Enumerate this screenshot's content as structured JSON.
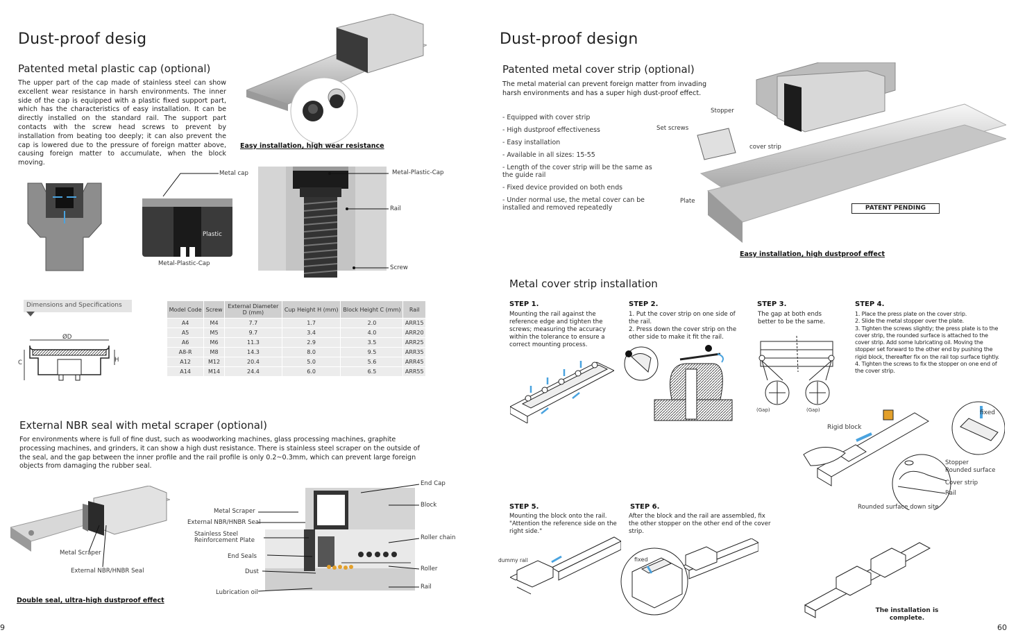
{
  "left": {
    "title": "Dust-proof desig",
    "cap_section": {
      "heading": "Patented metal plastic cap (optional)",
      "body": "The upper part of the cap made of stainless steel can show excellent wear resistance in harsh environments. The inner side of the cap is equipped with a plastic fixed support part, which has the characteristics of easy installation. It can be directly installed on the standard rail. The support part contacts with the screw head screws to prevent by installation from beating too deeply; it can also prevent the cap is lowered due to the pressure of foreign matter above, causing foreign matter to accumulate, when the block moving.",
      "caption": "Easy installation, high wear resistance",
      "labels": {
        "metal_cap": "Metal cap",
        "plastic": "Plastic",
        "metal_plastic_cap": "Metal-Plastic-Cap",
        "metal_plastic_cap2": "Metal-Plastic-Cap",
        "rail": "Rail",
        "screw": "Screw"
      }
    },
    "dims": {
      "tab_label": "Dimensions and Specifications",
      "od": "ØD",
      "c": "C",
      "h": "H",
      "headers": [
        "Model Code",
        "Screw",
        "External Diameter D (mm)",
        "Cup Height H (mm)",
        "Block Height C (mm)",
        "Rail"
      ],
      "rows": [
        [
          "A4",
          "M4",
          "7.7",
          "1.7",
          "2.0",
          "ARR15"
        ],
        [
          "A5",
          "M5",
          "9.7",
          "3.4",
          "4.0",
          "ARR20"
        ],
        [
          "A6",
          "M6",
          "11.3",
          "2.9",
          "3.5",
          "ARR25"
        ],
        [
          "A8-R",
          "M8",
          "14.3",
          "8.0",
          "9.5",
          "ARR35"
        ],
        [
          "A12",
          "M12",
          "20.4",
          "5.0",
          "5.6",
          "ARR45"
        ],
        [
          "A14",
          "M14",
          "24.4",
          "6.0",
          "6.5",
          "ARR55"
        ]
      ]
    },
    "seal_section": {
      "heading": "External NBR seal with metal scraper (optional)",
      "body": "For environments where is full of fine dust, such as woodworking machines, glass processing machines, graphite processing machines, and grinders, it can show a high dust resistance. There is stainless steel scraper on the outside of the seal, and the gap between the inner profile and the rail profile is only 0.2~0.3mm, which can prevent large foreign objects from damaging the rubber seal.",
      "caption": "Double seal, ultra-high dustproof effect",
      "labels_left": {
        "metal_scraper": "Metal Scraper",
        "nbr_seal": "External NBR/HNBR Seal"
      },
      "labels_center": [
        "Metal Scraper",
        "External NBR/HNBR Seal",
        "Stainless Steel Reinforcement Plate",
        "End Seals",
        "Dust",
        "Lubrication oil"
      ],
      "labels_right": [
        "End Cap",
        "Block",
        "Roller chain",
        "Roller",
        "Rail"
      ]
    },
    "page_number": "9"
  },
  "right": {
    "title": "Dust-proof design",
    "strip_section": {
      "heading": "Patented metal cover strip (optional)",
      "body": "The metal material can prevent foreign matter from invading harsh environments and has a super high dust-proof effect.",
      "bullets": [
        "- Equipped with cover strip",
        "- High dustproof effectiveness",
        "- Easy installation",
        "- Available in all sizes: 15-55",
        "- Length of the cover strip will be the same as the guide rail",
        "- Fixed device provided on both ends",
        "- Under normal use, the metal cover can be installed and removed repeatedly"
      ],
      "labels": {
        "stopper": "Stopper",
        "set_screws": "Set screws",
        "cover_strip": "cover strip",
        "plate": "Plate"
      },
      "patent": "PATENT PENDING",
      "caption": "Easy installation, high dustproof effect"
    },
    "install": {
      "heading": "Metal cover strip installation",
      "steps": [
        {
          "title": "STEP 1.",
          "text": "Mounting the rail against the reference edge and tighten the screws; measuring the accuracy within the tolerance to ensure a correct mounting process."
        },
        {
          "title": "STEP 2.",
          "text": "1. Put the cover strip on one side of the rail.\n2. Press down the cover strip on the other side to make it fit the rail."
        },
        {
          "title": "STEP 3.",
          "text": "The gap at both ends better to be the same."
        },
        {
          "title": "STEP 4.",
          "text": "1. Place the press plate on the cover strip.\n2. Slide the metal stopper over the plate.\n3. Tighten the screws slightly; the press plate is to the cover strip, the rounded surface is attached to the cover strip. Add some lubricating oil. Moving the stopper set forward to the other end by pushing the rigid block, thereafter fix on the rail top surface tightly.\n4. Tighten the screws to fix the stopper on one end of the cover strip."
        },
        {
          "title": "STEP 5.",
          "text": "Mounting the block onto the rail. \"Attention the reference side on the right side.\""
        },
        {
          "title": "STEP 6.",
          "text": "After the block and the rail are assembled, fix the other stopper on the other end of the cover strip."
        }
      ],
      "gap": "(Gap)",
      "step4_labels": {
        "rigid_block": "Rigid block",
        "fixed": "fixed",
        "stopper": "Stopper",
        "rounded_surface": "Rounded surface",
        "cover_strip": "Cover strip",
        "rail": "Rail",
        "rounded_down": "Rounded surface down site"
      },
      "dummy_rail": "dummy rail",
      "fixed": "fixed",
      "complete": "The installation is complete.",
      "num1": "1",
      "num2": "2"
    },
    "page_number": "60"
  }
}
